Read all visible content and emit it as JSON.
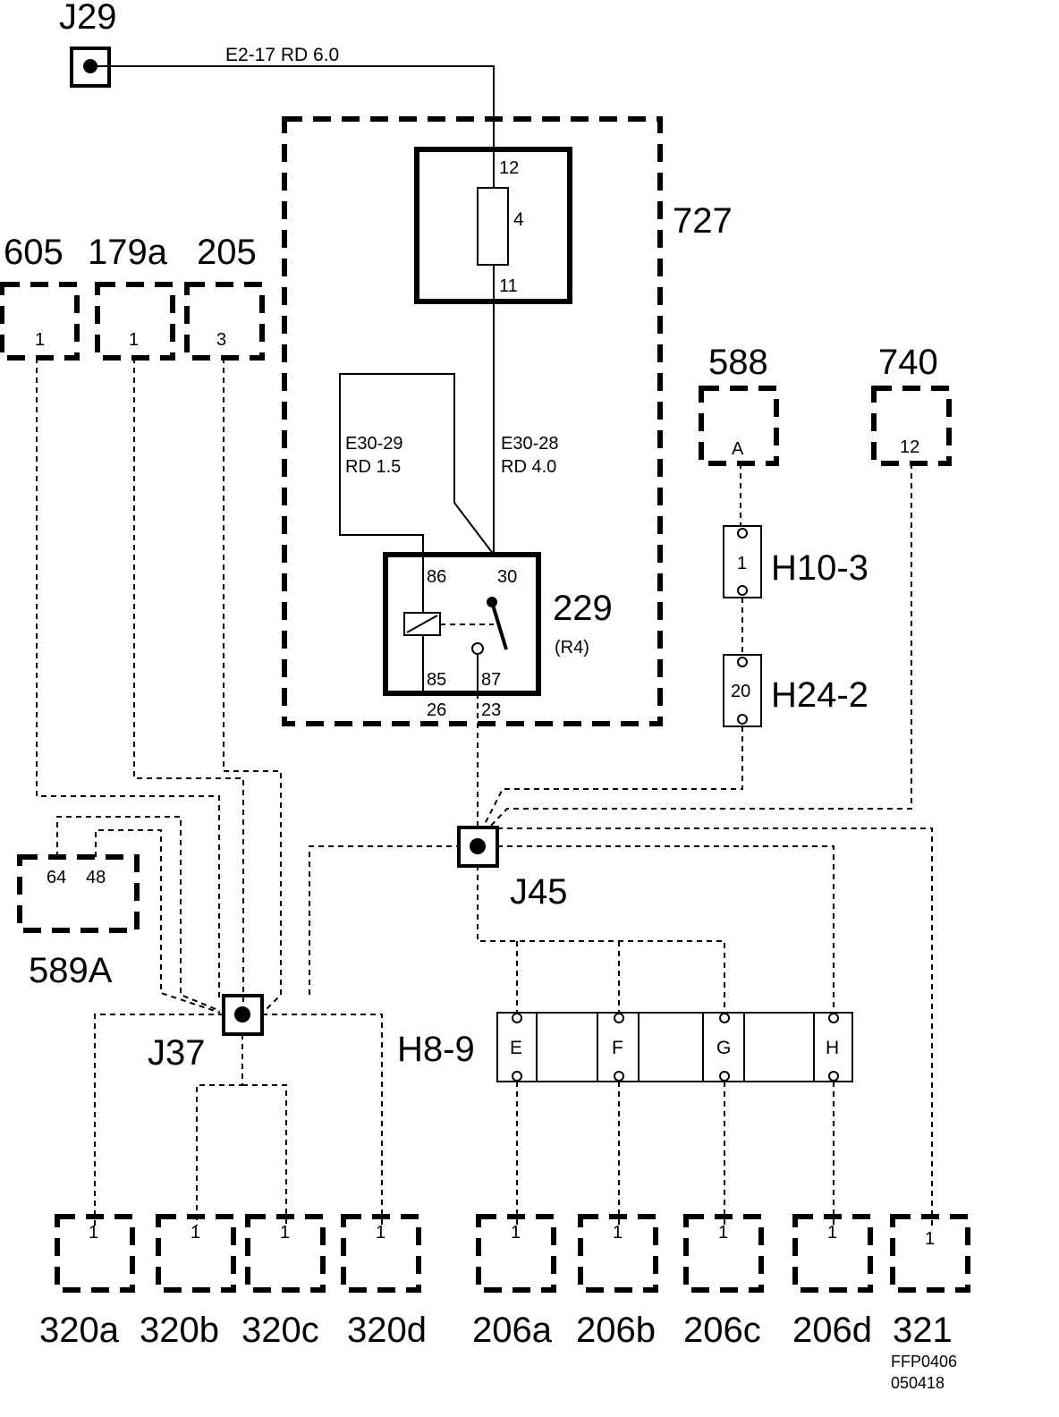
{
  "junctions": {
    "j29": "J29",
    "j45": "J45",
    "j37": "J37"
  },
  "wires": {
    "top": "E2-17  RD  6.0",
    "e30_29_code": "E30-29",
    "e30_29_spec": "RD   1.5",
    "e30_28_code": "E30-28",
    "e30_28_spec": "RD   4.0"
  },
  "module_727": {
    "label": "727",
    "fuse": {
      "pin_top": "12",
      "number": "4",
      "pin_bottom": "11"
    },
    "relay": {
      "label": "229",
      "sub_label": "(R4)",
      "pins": {
        "p86": "86",
        "p30": "30",
        "p85": "85",
        "p87": "87",
        "p26": "26",
        "p23": "23"
      }
    }
  },
  "top_connectors": [
    {
      "label": "605",
      "pin": "1"
    },
    {
      "label": "179a",
      "pin": "1"
    },
    {
      "label": "205",
      "pin": "3"
    }
  ],
  "right_connectors": [
    {
      "label": "588",
      "pin": "A"
    },
    {
      "label": "740",
      "pin": "12"
    }
  ],
  "inline_connectors": [
    {
      "label": "H10-3",
      "pin": "1"
    },
    {
      "label": "H24-2",
      "pin": "20"
    }
  ],
  "connector_589a": {
    "label": "589A",
    "pins": [
      "64",
      "48"
    ]
  },
  "h8_9": {
    "label": "H8-9",
    "pins": [
      "E",
      "F",
      "G",
      "H"
    ]
  },
  "bottom_connectors": [
    {
      "label": "320a",
      "pin": "1"
    },
    {
      "label": "320b",
      "pin": "1"
    },
    {
      "label": "320c",
      "pin": "1"
    },
    {
      "label": "320d",
      "pin": "1"
    },
    {
      "label": "206a",
      "pin": "1"
    },
    {
      "label": "206b",
      "pin": "1"
    },
    {
      "label": "206c",
      "pin": "1"
    },
    {
      "label": "206d",
      "pin": "1"
    },
    {
      "label": "321",
      "pin": "1"
    }
  ],
  "footer": {
    "code": "FFP0406",
    "date": "050418"
  }
}
